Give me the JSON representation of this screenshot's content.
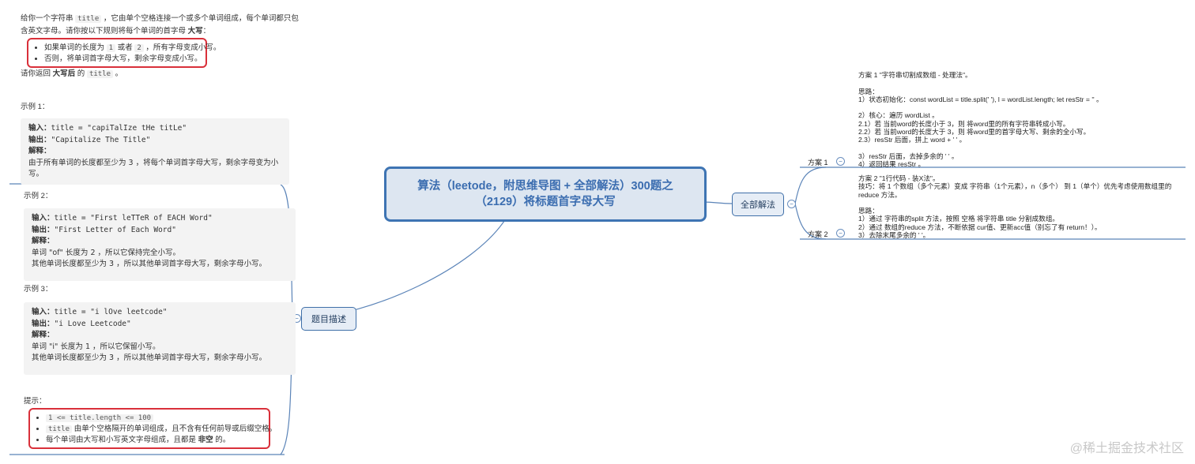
{
  "central": {
    "line1": "算法（leetode，附思维导图 + 全部解法）300题之",
    "line2": "（2129）将标题首字母大写"
  },
  "branches": {
    "all_solutions": "全部解法",
    "description": "题目描述"
  },
  "plans": {
    "plan1_label": "方案 1",
    "plan2_label": "方案 2",
    "plan1_lines": [
      "方案 1 \"字符串切割成数组 - 处理法\"。",
      "",
      "思路：",
      "1）状态初始化：const wordList = title.split(' '), l = wordList.length; let resStr = '' 。",
      "",
      "2）核心：遍历 wordList 。",
      "2.1）若 当前word的长度小于 3，则 将word里的所有字符串转成小写。",
      "2.2）若 当前word的长度大于 3，则 将word里的首字母大写、剩余的全小写。",
      "2.3）resStr 后面，拼上 word + ' ' 。",
      "",
      "3）resStr 后面，去掉多余的 ' ' 。",
      "4）返回结果 resStr 。"
    ],
    "plan2_lines": [
      "方案 2 \"1行代码 - 装X法\"。",
      "技巧：将 1 个数组（多个元素）变成 字符串（1个元素），n（多个） 到 1（单个）优先考虑使用数组里的",
      "reduce 方法。",
      "",
      "思路：",
      "1）通过 字符串的split 方法，按照 空格 将字符串 title 分割成数组。",
      "2）通过 数组的reduce 方法，不断依据 cur值、更新acc值（别忘了有 return！）。",
      "3）去除末尾多余的 ' '。"
    ]
  },
  "problem": {
    "intro_p1": "给你一个字符串 ",
    "intro_code": "title",
    "intro_p2": " ，它由单个空格连接一个或多个单词组成，每个单词都只包",
    "intro_line2_p1": "含英文字母。请你按以下规则将每个单词的首字母 ",
    "intro_line2_bold": "大写",
    "intro_line2_p2": "：",
    "rules": [
      {
        "p1": "如果单词的长度为 ",
        "c1": "1",
        "p2": " 或者 ",
        "c2": "2",
        "p3": " ，所有字母变成小写。"
      },
      {
        "p1": "否则，将单词首字母大写，剩余字母变成小写。"
      }
    ],
    "return_p1": "请你返回 ",
    "return_bold": "大写后",
    "return_p2": " 的 ",
    "return_code": "title",
    "return_p3": " 。"
  },
  "examples": [
    {
      "heading": "示例 1：",
      "input_label": "输入：",
      "input": "title = \"capiTalIze tHe titLe\"",
      "output_label": "输出：",
      "output": "\"Capitalize The Title\"",
      "explain_label": "解释：",
      "explain": [
        "由于所有单词的长度都至少为 3 ，将每个单词首字母大写，剩余字母变为小",
        "写。"
      ]
    },
    {
      "heading": "示例 2：",
      "input_label": "输入：",
      "input": "title = \"First leTTeR of EACH Word\"",
      "output_label": "输出：",
      "output": "\"First Letter of Each Word\"",
      "explain_label": "解释：",
      "explain": [
        "单词 \"of\" 长度为 2 ，所以它保持完全小写。",
        "其他单词长度都至少为 3 ，所以其他单词首字母大写，剩余字母小写。"
      ]
    },
    {
      "heading": "示例 3：",
      "input_label": "输入：",
      "input": "title = \"i lOve leetcode\"",
      "output_label": "输出：",
      "output": "\"i Love Leetcode\"",
      "explain_label": "解释：",
      "explain": [
        "单词 \"i\" 长度为 1 ，所以它保留小写。",
        "其他单词长度都至少为 3 ，所以其他单词首字母大写，剩余字母小写。"
      ]
    }
  ],
  "hints": {
    "heading": "提示：",
    "h1_code": "1 <= title.length <= 100",
    "h2_code": "title",
    "h2_text": " 由单个空格隔开的单词组成，且不含有任何前导或后缀空格。",
    "h3_p1": "每个单词由大写和小写英文字母组成，且都是 ",
    "h3_bold": "非空",
    "h3_p2": " 的。"
  },
  "fold_symbol": "−",
  "watermark": "@稀土掘金技术社区",
  "colors": {
    "line": "#5b84b8",
    "central_border": "#3e74b3",
    "central_fill": "#dde6f1",
    "rule_box": "#d9303a"
  }
}
